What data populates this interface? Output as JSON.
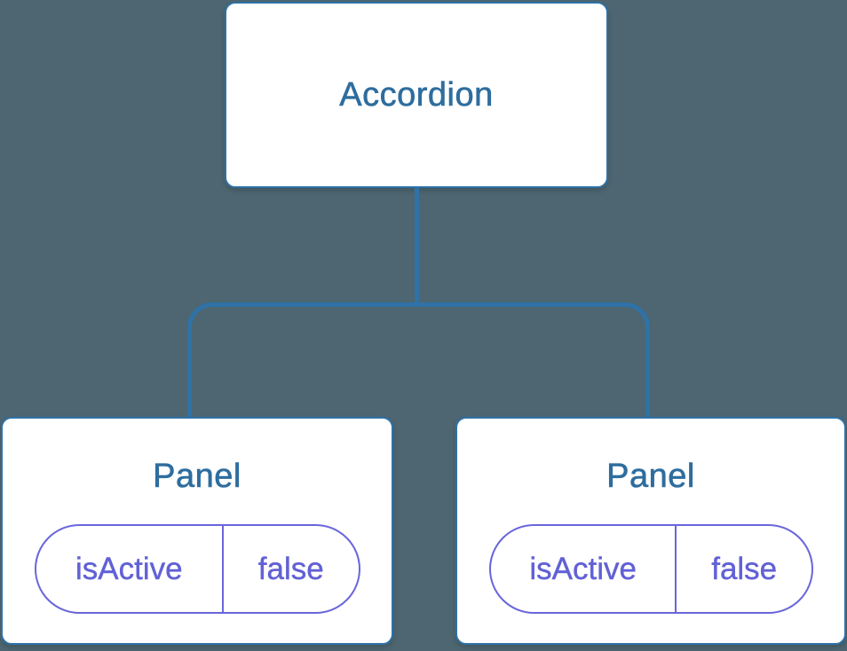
{
  "palette": {
    "background": "#4D6671",
    "connector_blue": "#2E72A7",
    "node_background": "#FFFFFF",
    "node_text_blue": "#2E6D9E",
    "state_purple_border": "#6966DB",
    "state_purple_text": "#6161D6"
  },
  "tree": {
    "root": {
      "label": "Accordion"
    },
    "children": [
      {
        "label": "Panel",
        "state": {
          "key": "isActive",
          "value": "false"
        }
      },
      {
        "label": "Panel",
        "state": {
          "key": "isActive",
          "value": "false"
        }
      }
    ]
  }
}
